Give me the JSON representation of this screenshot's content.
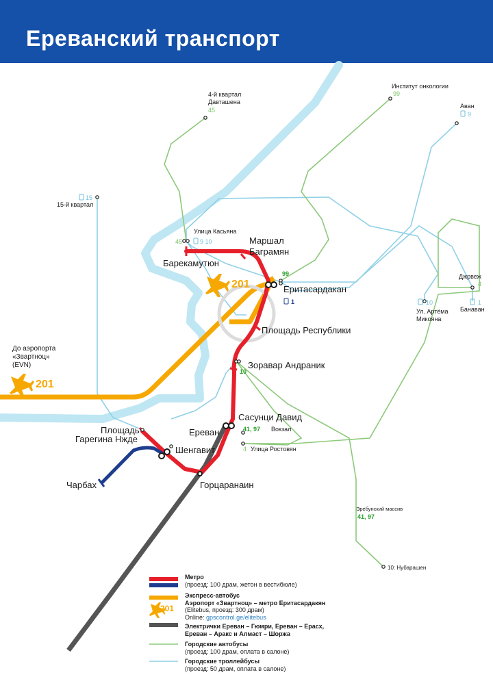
{
  "header": {
    "title": "Ереванский транспорт"
  },
  "colors": {
    "header_bg": "#1550a9",
    "metro": "#e6202b",
    "metro_blue": "#1e3d8f",
    "express": "#f6a800",
    "rail": "#555555",
    "bus": "#8cc97a",
    "trolleybus": "#8fd0e6",
    "river": "#bfe6f3"
  },
  "stations": {
    "marshal": "Маршал Баграмян",
    "marshal_l1": "Маршал",
    "marshal_l2": "Баграмян",
    "barekamutyun": "Барекамутюн",
    "yeritasardakan": "Еритасардакан",
    "republic": "Площадь Республики",
    "zoravar": "Зоравар Андраник",
    "sasunci": "Сасунци Давид",
    "yerevan": "Ереван",
    "shengavit": "Шенгавит",
    "garegin_l1": "Площадь",
    "garegin_l2": "Гарегина Нжде",
    "charbakh": "Чарбах",
    "gortsaranain": "Горцаранаин"
  },
  "express": {
    "number": "201",
    "airport_l1": "До аэропорта",
    "airport_l2": "«Звартноц»",
    "airport_l3": "(EVN)"
  },
  "stops": {
    "davtashen_l1": "4-й квартал",
    "davtashen_l2": "Давташена",
    "davtashen_bus": "45",
    "oncology": "Институт онкологии",
    "oncology_bus": "99",
    "avan": "Аван",
    "avan_trolley": "9",
    "kvartal15": "15-й квартал",
    "kvartal15_trolley": "15",
    "kasyana": "Улица Касьяна",
    "kasyana_bus": "45",
    "kasyana_trolley": "9 10",
    "yeritasardakan_bus": "99",
    "yeritasardakan_trolley": "1",
    "mikoyan_l1": "Ул. Артёма",
    "mikoyan_l2": "Микояна",
    "mikoyan_trolley": "10",
    "dzhrvezh": "Джрвеж",
    "dzhrvezh_bus": "4",
    "banavan": "Банаван",
    "banavan_trolley": "1",
    "zoravar_bus": "10",
    "vokzal": "Вокзал",
    "vokzal_bus": "41, 97",
    "rostovyan": "Улица Ростовян",
    "rostovyan_bus": "4",
    "erebuni": "Эребунский массив",
    "erebuni_bus": "41, 97",
    "nubarashen": "10: Нубарашен"
  },
  "legend": {
    "metro_title": "Метро",
    "metro_desc": "(проезд: 100 драм, жетон в вестибюле)",
    "express_title": "Экспресс-автобус",
    "express_route": "Аэропорт «Звартноц» – метро Еритасардакян",
    "express_desc": "(Elitebus, проезд: 300 драм)",
    "express_online_label": "Online:",
    "express_online_link": "gpscontrol.ge/elitebus",
    "express_number": "201",
    "rail_title_1": "Электрички Ереван – Гюмри, Ереван – Ерасх,",
    "rail_title_2": "Ереван – Аракс и Алмаст – Шоржа",
    "bus_title": "Городские автобусы",
    "bus_desc": "(проезд: 100 драм, оплата в салоне)",
    "trolley_title": "Городские троллейбусы",
    "trolley_desc": "(проезд: 50 драм, оплата в салоне)"
  }
}
